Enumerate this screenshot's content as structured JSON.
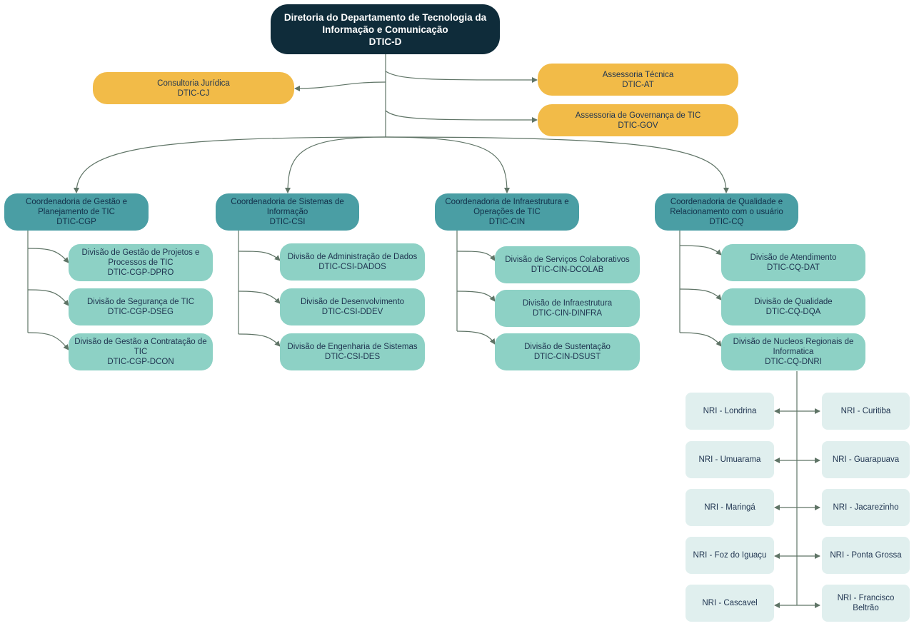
{
  "root": {
    "line1": "Diretoria do Departamento de Tecnologia da",
    "line2": "Informação e Comunicação",
    "code": "DTIC-D"
  },
  "staff": {
    "cj": {
      "name": "Consultoria Jurídica",
      "code": "DTIC-CJ"
    },
    "at": {
      "name": "Assessoria Técnica",
      "code": "DTIC-AT"
    },
    "gov": {
      "name": "Assessoria de Governança de TIC",
      "code": "DTIC-GOV"
    }
  },
  "coords": {
    "cgp": {
      "line1": "Coordenadoria de Gestão e",
      "line2": "Planejamento de TIC",
      "code": "DTIC-CGP"
    },
    "csi": {
      "line1": "Coordenadoria de Sistemas de",
      "line2": "Informação",
      "code": "DTIC-CSI"
    },
    "cin": {
      "line1": "Coordenadoria de Infraestrutura e",
      "line2": "Operações de TIC",
      "code": "DTIC-CIN"
    },
    "cq": {
      "line1": "Coordenadoria de Qualidade e",
      "line2": "Relacionamento com o usuário",
      "code": "DTIC-CQ"
    }
  },
  "divisions": {
    "dpro": {
      "line1": "Divisão de Gestão de Projetos e",
      "line2": "Processos de TIC",
      "code": "DTIC-CGP-DPRO"
    },
    "dseg": {
      "line1": "Divisão de Segurança de TIC",
      "code": "DTIC-CGP-DSEG"
    },
    "dcon": {
      "line1": "Divisão de Gestão a Contratação de",
      "line2": "TIC",
      "code": "DTIC-CGP-DCON"
    },
    "dados": {
      "line1": "Divisão de Administração de Dados",
      "code": "DTIC-CSI-DADOS"
    },
    "ddev": {
      "line1": "Divisão de Desenvolvimento",
      "code": "DTIC-CSI-DDEV"
    },
    "des": {
      "line1": "Divisão de Engenharia de Sistemas",
      "code": "DTIC-CSI-DES"
    },
    "dcolab": {
      "line1": "Divisão de Serviços Colaborativos",
      "code": "DTIC-CIN-DCOLAB"
    },
    "dinfra": {
      "line1": "Divisão de Infraestrutura",
      "code": "DTIC-CIN-DINFRA"
    },
    "dsust": {
      "line1": "Divisão de Sustentação",
      "code": "DTIC-CIN-DSUST"
    },
    "dat": {
      "line1": "Divisão de Atendimento",
      "code": "DTIC-CQ-DAT"
    },
    "dqa": {
      "line1": "Divisão de Qualidade",
      "code": "DTIC-CQ-DQA"
    },
    "dnri": {
      "line1": "Divisão de Nucleos Regionais de",
      "line2": "Informatica",
      "code": "DTIC-CQ-DNRI"
    }
  },
  "nri": {
    "londrina": "NRI - Londrina",
    "curitiba": "NRI - Curitiba",
    "umuarama": "NRI - Umuarama",
    "guarapuava": "NRI - Guarapuava",
    "maringa": "NRI - Maringá",
    "jacarezinho": "NRI - Jacarezinho",
    "foz": "NRI - Foz do Iguaçu",
    "ponta_grossa": "NRI - Ponta Grossa",
    "cascavel": "NRI - Cascavel",
    "francisco_line1": "NRI - Francisco",
    "francisco_line2": "Beltrão"
  },
  "colors": {
    "root": "#0f2c3a",
    "staff": "#f2bb48",
    "coordination": "#4a9ea4",
    "division": "#8dd1c5",
    "nri": "#e0efee",
    "connector": "#5f7466"
  }
}
